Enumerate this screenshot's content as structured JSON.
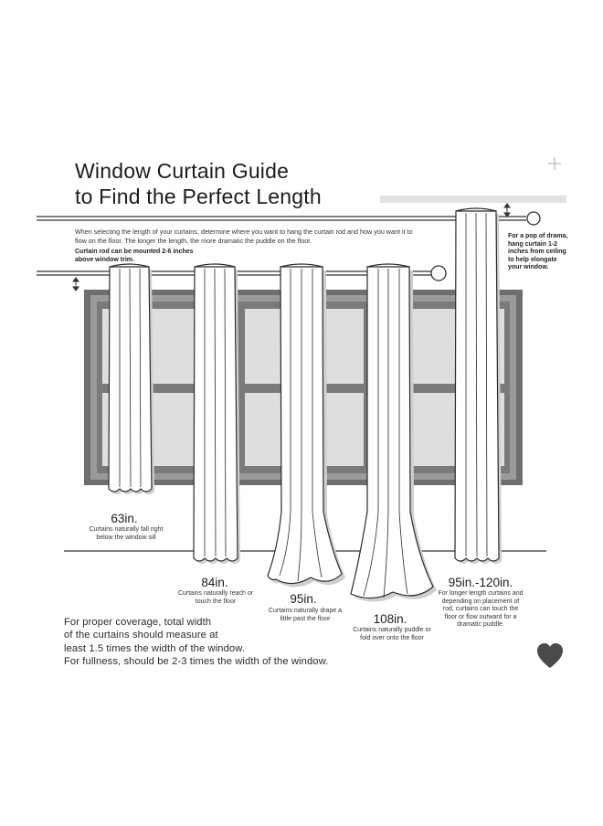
{
  "title": {
    "line1": "Window Curtain Guide",
    "line2": "to Find the Perfect Length"
  },
  "intro": "When selecting the length of your curtains, determine where you want to hang the curtain rod and how you want it to flow on the floor. The longer the length, the more dramatic the puddle on the floor.",
  "rod_note": "Curtain rod can be mounted 2-6 inches above window trim.",
  "drama_note": "For a pop of drama, hang curtain 1-2 inches from ceiling to help elongate your window.",
  "lengths": [
    {
      "label": "63in.",
      "caption": "Curtains naturally fall right below the window sill"
    },
    {
      "label": "84in.",
      "caption": "Curtains naturally reach or touch the floor"
    },
    {
      "label": "95in.",
      "caption": "Curtains naturally drape a little past the floor"
    },
    {
      "label": "108in.",
      "caption": "Curtains naturally puddle or fold over onto the floor"
    },
    {
      "label": "95in.-120in.",
      "caption": "For longer length curtains and depending on placement of rod, curtains can touch the floor or flow outward for a dramatic puddle."
    }
  ],
  "bottom_note": {
    "line1": "For proper coverage, total width",
    "line2": "of the curtains should measure at",
    "line3": "least 1.5 times the width of the window.",
    "line4": "For fullness, should be 2-3 times the width of the window."
  },
  "icons": [
    "plus-icon",
    "heart-icon",
    "double-arrow-icon"
  ],
  "colors": {
    "window_frame": "#6e6e6e",
    "glass": "#dedede",
    "line": "#333333",
    "ceiling_band": "#e2e2e2"
  }
}
